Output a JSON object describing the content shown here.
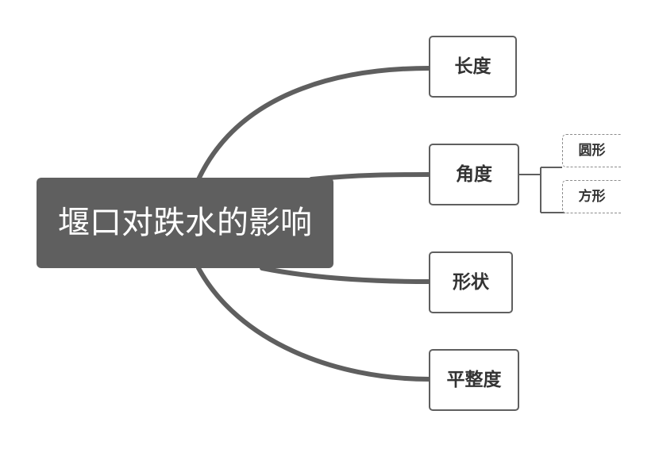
{
  "diagram": {
    "central_topic": "堰口对跌水的影响",
    "branches": [
      {
        "label": "长度"
      },
      {
        "label": "角度",
        "children": [
          "圆形",
          "方形"
        ]
      },
      {
        "label": "形状"
      },
      {
        "label": "平整度"
      }
    ]
  },
  "colors": {
    "branch_line": "#5f5f5f",
    "central_fill": "#5f5f5f",
    "central_text": "#ffffff",
    "node_border": "#5f5f5f",
    "node_text": "#333333",
    "leaf_border": "#8c8c8c"
  }
}
